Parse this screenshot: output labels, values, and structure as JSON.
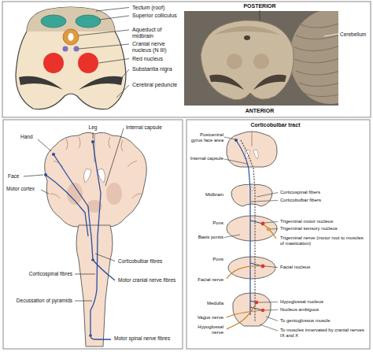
{
  "diagram": {
    "labels": [
      "Tectum (roof)",
      "Superior colliculus",
      "Aqueduct of midbrain",
      "Cranial nerve nucleus (N III)",
      "Red nucleus",
      "Substantia nigra",
      "Cerebral peduncle",
      "POSTERIOR",
      "Cerebellum",
      "ANTERIOR",
      "Leg",
      "Hand",
      "Internal capsule",
      "Face",
      "Motor cortex",
      "Corticobulbar fibres",
      "Corticospinal fibres",
      "Motor cranial nerve fibres",
      "Decussation of pyramids",
      "Motor spinal nerve fibres",
      "Corticobulbar tract",
      "Postcentral gyrus face area",
      "Internal capsule",
      "Midbrain",
      "Corticospinal fibers",
      "Corticobulbar fibers",
      "Pons",
      "Trigeminal motor nucleus",
      "Trigeminal sensory nucleus",
      "Basis pontis",
      "Trigeminal nerve (motor root to muscles of mastication)",
      "Pons",
      "Facial nucleus",
      "Facial nerve",
      "Medulla",
      "Vagus nerve",
      "Hypoglossal nerve",
      "Hypoglossal nucleus",
      "Nucleus ambiguus",
      "To genioglossus muscle",
      "To muscles innervated by cranial nerves IX and X"
    ]
  }
}
